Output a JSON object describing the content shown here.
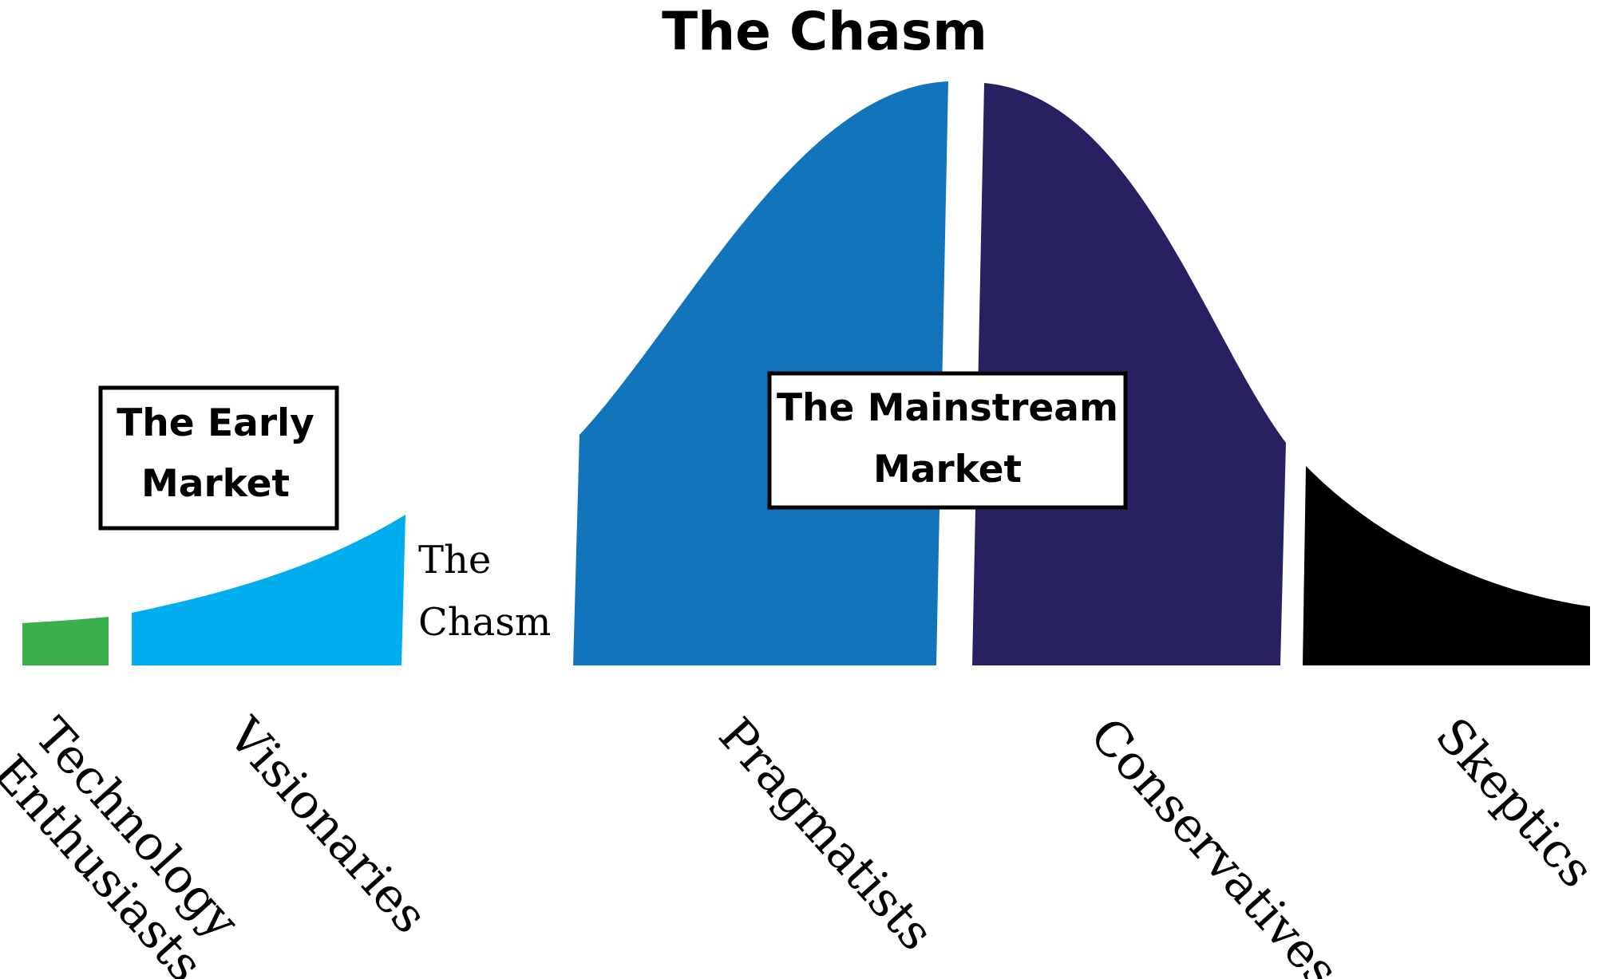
{
  "title": "The Chasm",
  "early_market": {
    "line1": "The Early",
    "line2": "Market"
  },
  "mainstream_market": {
    "line1": "The Mainstream",
    "line2": "Market"
  },
  "chasm_label": {
    "line1": "The",
    "line2": "Chasm"
  },
  "segments": [
    {
      "line1": "Technology",
      "line2": "Enthusiasts",
      "color": "#39b04a"
    },
    {
      "line1": "Visionaries",
      "color": "#00aeef"
    },
    {
      "line1": "Pragmatists",
      "color": "#1275bc"
    },
    {
      "line1": "Conservatives",
      "color": "#262262"
    },
    {
      "line1": "Skeptics",
      "color": "#000000"
    }
  ]
}
